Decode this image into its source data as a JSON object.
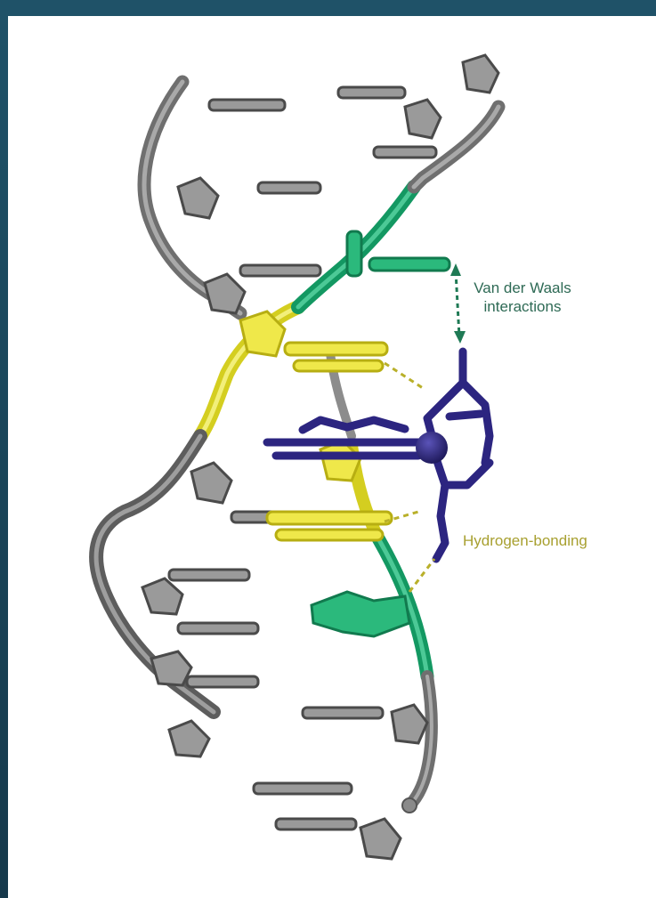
{
  "labels": {
    "vdw_line1": "Van der Waals",
    "vdw_line2": "interactions",
    "hbond": "Hydrogen-bonding"
  },
  "colors": {
    "backbone": "#7d7d7d",
    "backbone_highlight": "#b8b8b8",
    "base": "#8a8a8a",
    "green": "#18a86b",
    "yellow": "#e6e03a",
    "ligand": "#2e2782",
    "vdw_text": "#2e6a55",
    "hbond_text": "#a8a030",
    "background_frame": "#1c4a60"
  },
  "icons": {
    "vdw_arrow": "double-headed-arrow-icon",
    "hbond_lines": "dashed-line-icon",
    "metal": "sphere-icon"
  }
}
